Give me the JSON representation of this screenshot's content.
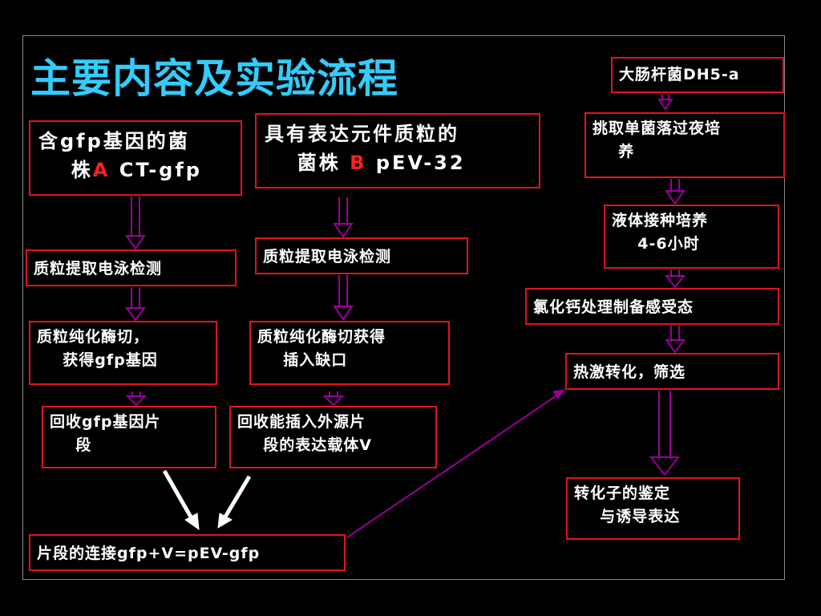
{
  "title": "主要内容及实验流程",
  "colors": {
    "title": "#33ccff",
    "box_border": "#e0141c",
    "arrow": "#990099",
    "highlight": "#ff2020",
    "background": "#000000"
  },
  "col1": {
    "strain": {
      "line1": "含gfp基因的菌",
      "line2_a": "株",
      "line2_b": "A",
      "line2_c": " CT-gfp"
    },
    "extract": "质粒提取电泳检测",
    "purify": {
      "line1": "质粒纯化酶切，",
      "line2": "获得gfp基因"
    },
    "recover": {
      "line1": "回收gfp基因片",
      "line2": "段"
    }
  },
  "col2": {
    "strain": {
      "line1": "具有表达元件质粒的",
      "line2_a": "菌株 ",
      "line2_b": "B",
      "line2_c": " pEV-32"
    },
    "extract": "质粒提取电泳检测",
    "purify": {
      "line1": "质粒纯化酶切获得",
      "line2": "插入缺口"
    },
    "recover": {
      "line1": "回收能插入外源片",
      "line2": "段的表达载体V"
    }
  },
  "ligation": "片段的连接gfp+V=pEV-gfp",
  "col3": {
    "ecoli": "大肠杆菌DH5-a",
    "pick": {
      "line1": "挑取单菌落过夜培",
      "line2": "养"
    },
    "culture": {
      "line1": "液体接种培养",
      "line2": "4-6小时"
    },
    "cacl2": "氯化钙处理制备感受态",
    "heatshock": "热激转化，筛选",
    "identify": {
      "line1": "转化子的鉴定",
      "line2": "与诱导表达"
    }
  }
}
